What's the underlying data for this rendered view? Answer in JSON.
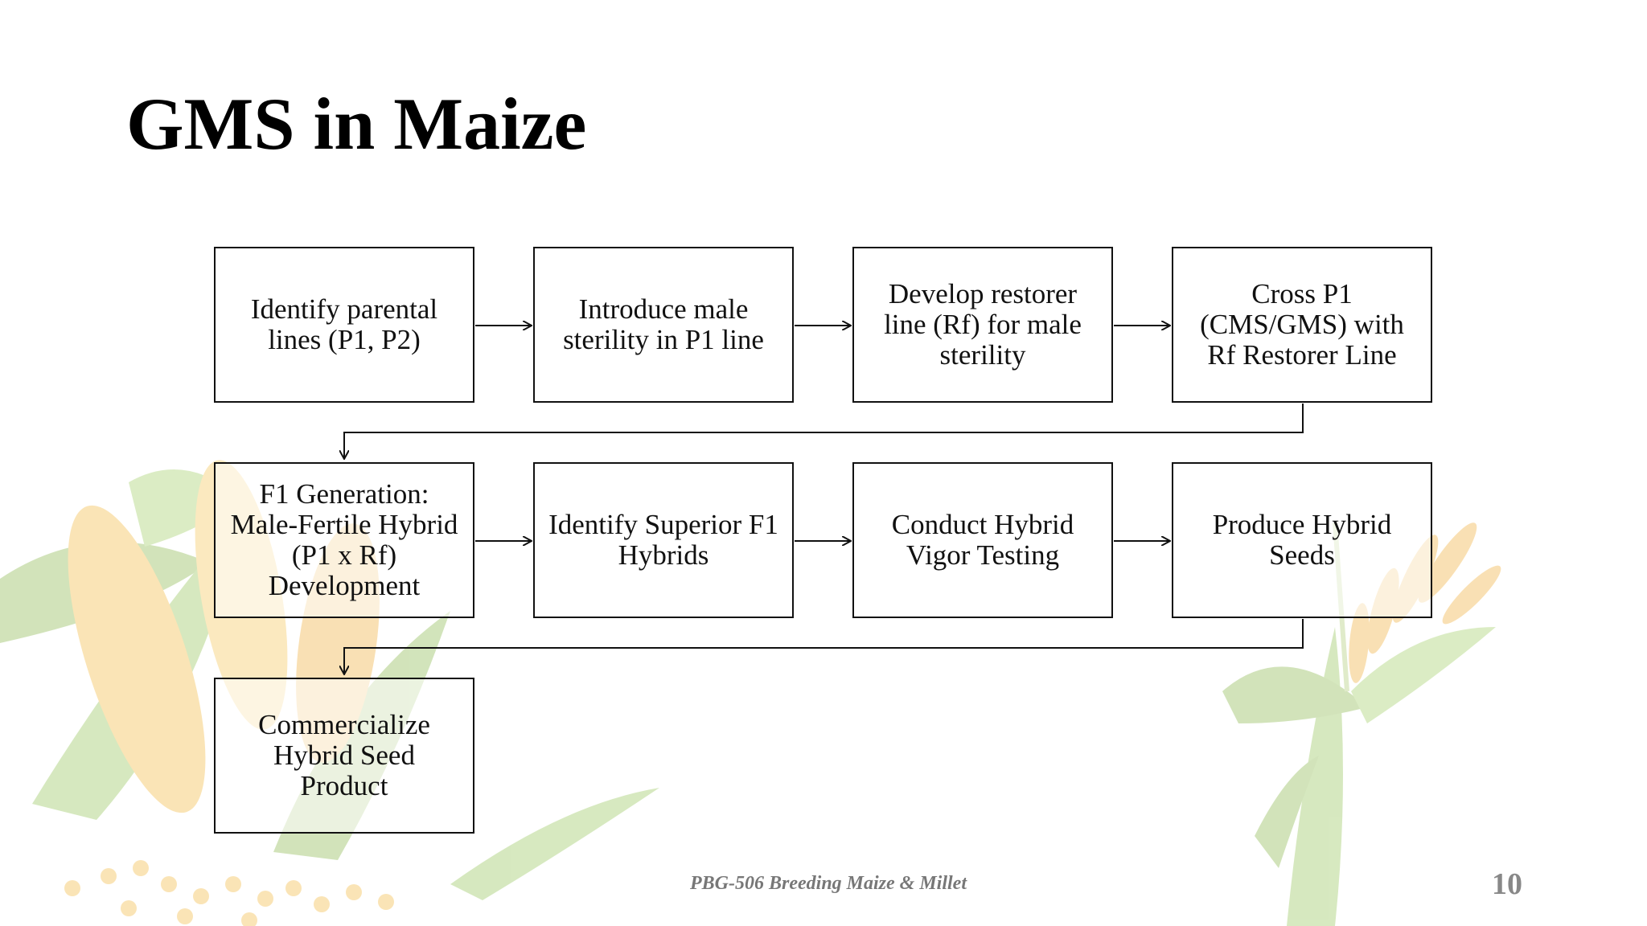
{
  "slide": {
    "title": "GMS in Maize",
    "footer": "PBG-506 Breeding Maize & Millet",
    "page_number": "10"
  },
  "flow": {
    "steps": [
      "Identify parental lines (P1, P2)",
      "Introduce male sterility in P1 line",
      "Develop restorer line (Rf) for male sterility",
      "Cross P1 (CMS/GMS) with Rf Restorer Line",
      "F1 Generation: Male-Fertile Hybrid (P1 x Rf) Development",
      "Identify Superior F1 Hybrids",
      "Conduct Hybrid Vigor Testing",
      "Produce Hybrid Seeds",
      "Commercialize Hybrid Seed Product"
    ]
  },
  "colors": {
    "box_border": "#111111",
    "arrow": "#111111",
    "footer_text": "#777777",
    "page_number": "#888888"
  },
  "decorations": [
    "maize-cob-illustration",
    "maize-plant-illustration"
  ]
}
